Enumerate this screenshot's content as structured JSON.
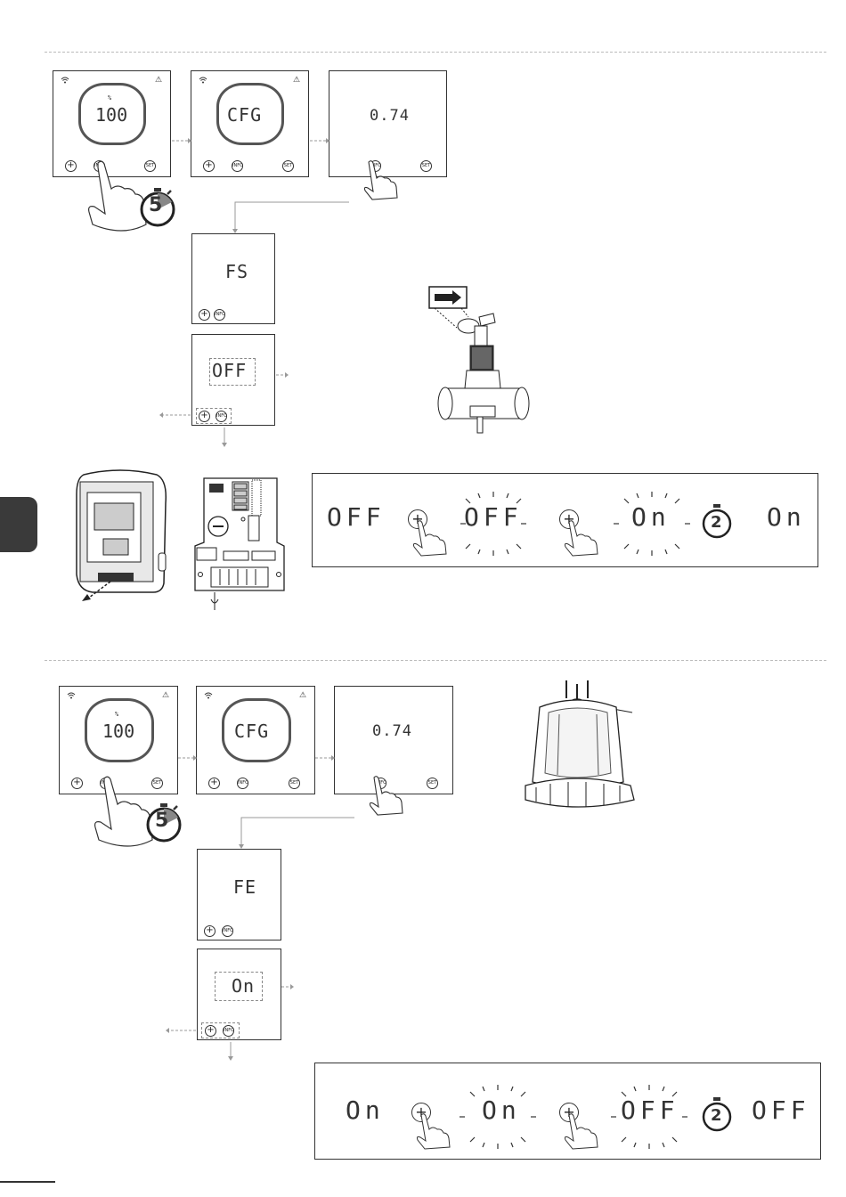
{
  "sections": [
    {
      "screens": {
        "home": {
          "percent_symbol": "%",
          "value": "100"
        },
        "cfg": {
          "value": "CFG"
        },
        "version": {
          "value": "0.74"
        },
        "param": {
          "value": "FS"
        },
        "state": {
          "value": "OFF"
        }
      },
      "timer_seconds": "5",
      "sequence": {
        "start": "OFF",
        "blink1": "OFF",
        "blink2": "On",
        "timer": "2",
        "end": "On"
      }
    },
    {
      "screens": {
        "home": {
          "percent_symbol": "%",
          "value": "100"
        },
        "cfg": {
          "value": "CFG"
        },
        "version": {
          "value": "0.74"
        },
        "param": {
          "value": "FE"
        },
        "state": {
          "value": "On"
        }
      },
      "timer_seconds": "5",
      "sequence": {
        "start": "On",
        "blink1": "On",
        "blink2": "OFF",
        "timer": "2",
        "end": "OFF"
      }
    }
  ],
  "buttons": {
    "plus": "+",
    "info": "INFO",
    "set": "SET"
  },
  "icons": {
    "wifi": "wifi-icon",
    "warning": "warning-icon",
    "stopwatch": "stopwatch-icon",
    "hand": "hand-press-icon",
    "flow_switch": "flow-switch-illustration",
    "control_unit": "control-unit-illustration",
    "pcb": "circuit-board-illustration",
    "electrolysis_cell": "electrolysis-cell-illustration"
  }
}
